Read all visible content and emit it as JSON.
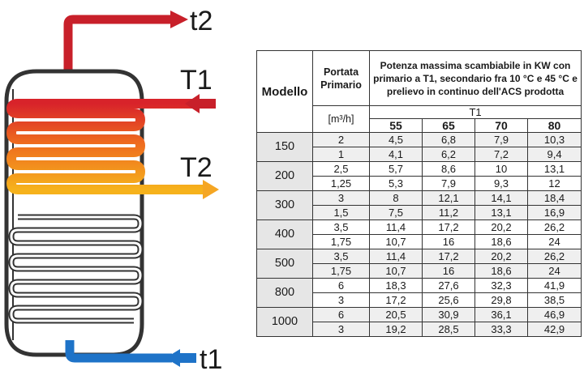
{
  "diagram": {
    "labels": {
      "t2": "t2",
      "T1": "T1",
      "T2": "T2",
      "t1": "t1"
    },
    "colors": {
      "hot": "#c8202a",
      "warm": "#f5a623",
      "cold": "#1e73c8",
      "tank": "#333333"
    }
  },
  "table": {
    "header": {
      "model": "Modello",
      "flow": "Portata Primario",
      "power": "Potenza massima scambiabile in KW con primario a T1, secondario fra 10 °C e 45 °C e prelievo in continuo dell'ACS prodotta",
      "unit": "[m³/h]",
      "t1": "T1",
      "temps": [
        "55",
        "65",
        "70",
        "80"
      ]
    },
    "groups": [
      {
        "model": "150",
        "rows": [
          {
            "flow": "2",
            "values": [
              "4,5",
              "6,8",
              "7,9",
              "10,3"
            ]
          },
          {
            "flow": "1",
            "values": [
              "4,1",
              "6,2",
              "7,2",
              "9,4"
            ]
          }
        ]
      },
      {
        "model": "200",
        "rows": [
          {
            "flow": "2,5",
            "values": [
              "5,7",
              "8,6",
              "10",
              "13,1"
            ]
          },
          {
            "flow": "1,25",
            "values": [
              "5,3",
              "7,9",
              "9,3",
              "12"
            ]
          }
        ]
      },
      {
        "model": "300",
        "rows": [
          {
            "flow": "3",
            "values": [
              "8",
              "12,1",
              "14,1",
              "18,4"
            ]
          },
          {
            "flow": "1,5",
            "values": [
              "7,5",
              "11,2",
              "13,1",
              "16,9"
            ]
          }
        ]
      },
      {
        "model": "400",
        "rows": [
          {
            "flow": "3,5",
            "values": [
              "11,4",
              "17,2",
              "20,2",
              "26,2"
            ]
          },
          {
            "flow": "1,75",
            "values": [
              "10,7",
              "16",
              "18,6",
              "24"
            ]
          }
        ]
      },
      {
        "model": "500",
        "rows": [
          {
            "flow": "3,5",
            "values": [
              "11,4",
              "17,2",
              "20,2",
              "26,2"
            ]
          },
          {
            "flow": "1,75",
            "values": [
              "10,7",
              "16",
              "18,6",
              "24"
            ]
          }
        ]
      },
      {
        "model": "800",
        "rows": [
          {
            "flow": "6",
            "values": [
              "18,3",
              "27,6",
              "32,3",
              "41,9"
            ]
          },
          {
            "flow": "3",
            "values": [
              "17,2",
              "25,6",
              "29,8",
              "38,5"
            ]
          }
        ]
      },
      {
        "model": "1000",
        "rows": [
          {
            "flow": "6",
            "values": [
              "20,5",
              "30,9",
              "36,1",
              "46,9"
            ]
          },
          {
            "flow": "3",
            "values": [
              "19,2",
              "28,5",
              "33,3",
              "42,9"
            ]
          }
        ]
      }
    ]
  }
}
